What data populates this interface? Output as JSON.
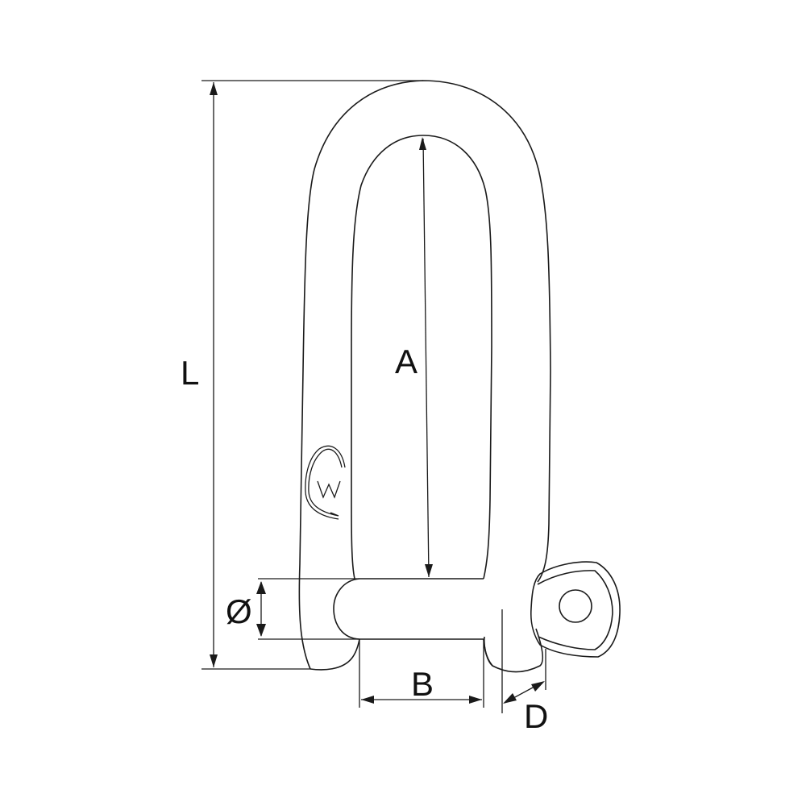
{
  "diagram": {
    "subject": "Long D shackle technical drawing",
    "labels": {
      "L": "L",
      "A": "A",
      "B": "B",
      "D": "D",
      "diameter": "Ø"
    },
    "logo": "W",
    "colors": {
      "stroke": "#1a1a1a",
      "background": "#ffffff"
    }
  }
}
